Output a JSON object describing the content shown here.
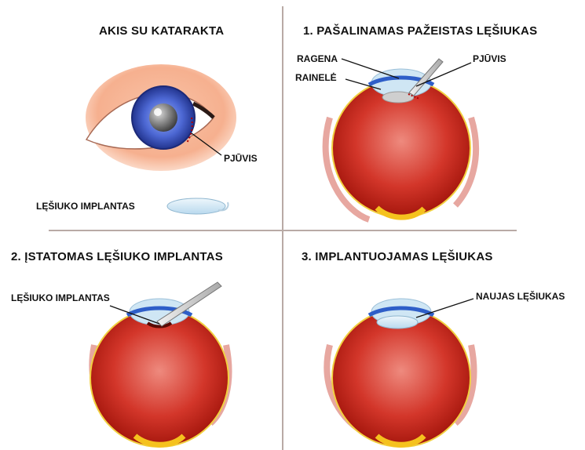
{
  "panels": [
    {
      "title": "AKIS SU KATARAKTA",
      "labels": {
        "incision": "PJŪVIS",
        "implant": "LĘŠIUKO IMPLANTAS"
      }
    },
    {
      "title": "1. PAŠALINAMAS PAŽEISTAS LĘŠIUKAS",
      "labels": {
        "cornea": "RAGENA",
        "iris": "RAINELĖ",
        "incision": "PJŪVIS"
      }
    },
    {
      "title": "2. ĮSTATOMAS LĘŠIUKO IMPLANTAS",
      "labels": {
        "implant": "LĘŠIUKO IMPLANTAS"
      }
    },
    {
      "title": "3. IMPLANTUOJAMAS LĘŠIUKAS",
      "labels": {
        "new_lens": "NAUJAS LĘŠIUKAS"
      }
    }
  ],
  "colors": {
    "divider": "#b9aaa5",
    "eyeball_red": "#c81e10",
    "iris_blue": "#3a55c8",
    "skin": "#f6b08f",
    "cornea_blue": "#3f73c8",
    "lens_blue": "#cfe6f4"
  }
}
